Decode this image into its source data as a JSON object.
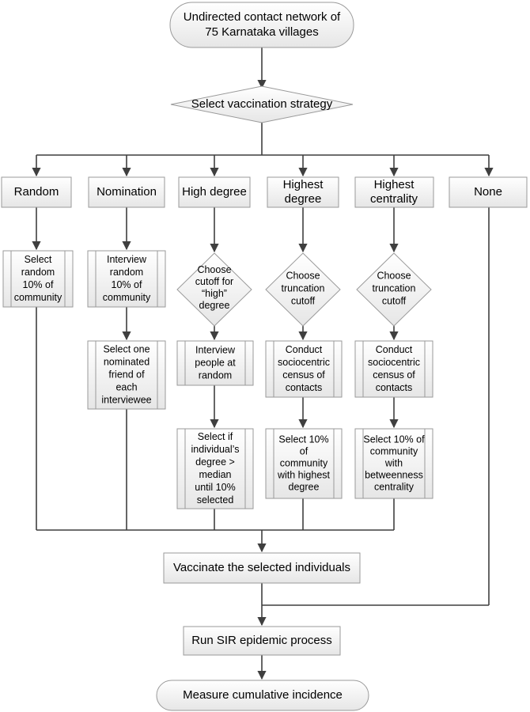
{
  "start": [
    "Undirected contact network of",
    "75 Karnataka villages"
  ],
  "strategy_decision": [
    "Select vaccination strategy"
  ],
  "strategies": {
    "random": [
      "Random"
    ],
    "nomination": [
      "Nomination"
    ],
    "high_degree": [
      "High degree"
    ],
    "highest_degree": [
      "Highest",
      "degree"
    ],
    "highest_centrality": [
      "Highest",
      "centrality"
    ],
    "none": [
      "None"
    ]
  },
  "random_steps": {
    "select": [
      "Select",
      "random",
      "10% of",
      "community"
    ]
  },
  "nomination_steps": {
    "interview": [
      "Interview",
      "random",
      "10% of",
      "community"
    ],
    "select_friend": [
      "Select one",
      "nominated",
      "friend of",
      "each",
      "interviewee"
    ]
  },
  "high_degree_steps": {
    "cutoff": [
      "Choose",
      "cutoff for",
      "“high”",
      "degree"
    ],
    "interview": [
      "Interview",
      "people at",
      "random"
    ],
    "select": [
      "Select if",
      "individual’s",
      "degree >",
      "median",
      "until 10%",
      "selected"
    ]
  },
  "highest_degree_steps": {
    "cutoff": [
      "Choose",
      "truncation",
      "cutoff"
    ],
    "census": [
      "Conduct",
      "sociocentric",
      "census of",
      "contacts"
    ],
    "select": [
      "Select 10%",
      "of",
      "community",
      "with highest",
      "degree"
    ]
  },
  "highest_centrality_steps": {
    "cutoff": [
      "Choose",
      "truncation",
      "cutoff"
    ],
    "census": [
      "Conduct",
      "sociocentric",
      "census of",
      "contacts"
    ],
    "select": [
      "Select 10% of",
      "community",
      "with",
      "betweenness",
      "centrality"
    ]
  },
  "vaccinate": [
    "Vaccinate the selected individuals"
  ],
  "run_sir": [
    "Run SIR epidemic process"
  ],
  "measure": [
    "Measure cumulative incidence"
  ]
}
